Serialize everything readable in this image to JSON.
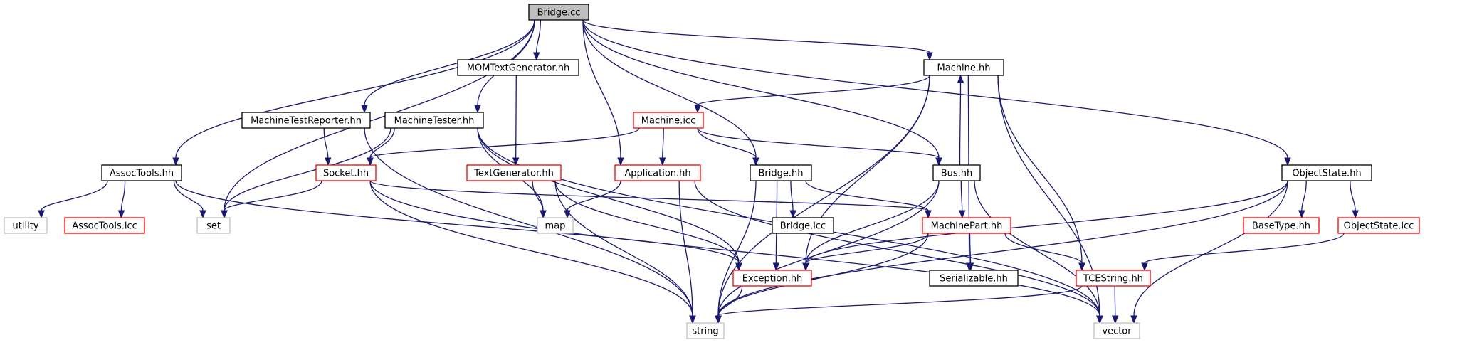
{
  "colors": {
    "edge": "#191970",
    "root_fill": "#bfbfbf",
    "root_border": "#000000",
    "node_fill": "#ffffff",
    "border_normal": "#000000",
    "border_red": "#ff0000",
    "border_gray": "#bfbfbf"
  },
  "nodes": [
    {
      "id": "bridge_cc",
      "label": "Bridge.cc",
      "style": "root"
    },
    {
      "id": "momtextgenerator_hh",
      "label": "MOMTextGenerator.hh",
      "style": "normal"
    },
    {
      "id": "machine_hh",
      "label": "Machine.hh",
      "style": "normal"
    },
    {
      "id": "machinetestreporter_hh",
      "label": "MachineTestReporter.hh",
      "style": "normal"
    },
    {
      "id": "machinetester_hh",
      "label": "MachineTester.hh",
      "style": "normal"
    },
    {
      "id": "machine_icc",
      "label": "Machine.icc",
      "style": "red"
    },
    {
      "id": "assoctools_hh",
      "label": "AssocTools.hh",
      "style": "normal"
    },
    {
      "id": "socket_hh",
      "label": "Socket.hh",
      "style": "red"
    },
    {
      "id": "textgenerator_hh",
      "label": "TextGenerator.hh",
      "style": "red"
    },
    {
      "id": "application_hh",
      "label": "Application.hh",
      "style": "red"
    },
    {
      "id": "bridge_hh",
      "label": "Bridge.hh",
      "style": "normal"
    },
    {
      "id": "bus_hh",
      "label": "Bus.hh",
      "style": "normal"
    },
    {
      "id": "objectstate_hh",
      "label": "ObjectState.hh",
      "style": "normal"
    },
    {
      "id": "utility",
      "label": "utility",
      "style": "gray"
    },
    {
      "id": "assoctools_icc",
      "label": "AssocTools.icc",
      "style": "red"
    },
    {
      "id": "set",
      "label": "set",
      "style": "gray"
    },
    {
      "id": "map",
      "label": "map",
      "style": "gray"
    },
    {
      "id": "bridge_icc",
      "label": "Bridge.icc",
      "style": "normal"
    },
    {
      "id": "machinepart_hh",
      "label": "MachinePart.hh",
      "style": "red"
    },
    {
      "id": "basetype_hh",
      "label": "BaseType.hh",
      "style": "red"
    },
    {
      "id": "objectstate_icc",
      "label": "ObjectState.icc",
      "style": "red"
    },
    {
      "id": "exception_hh",
      "label": "Exception.hh",
      "style": "red"
    },
    {
      "id": "serializable_hh",
      "label": "Serializable.hh",
      "style": "normal"
    },
    {
      "id": "tcestring_hh",
      "label": "TCEString.hh",
      "style": "red"
    },
    {
      "id": "string",
      "label": "string",
      "style": "gray"
    },
    {
      "id": "vector",
      "label": "vector",
      "style": "gray"
    }
  ],
  "edges": [
    [
      "bridge_cc",
      "assoctools_hh"
    ],
    [
      "bridge_cc",
      "set"
    ],
    [
      "bridge_cc",
      "machinetestreporter_hh"
    ],
    [
      "bridge_cc",
      "machinetester_hh"
    ],
    [
      "bridge_cc",
      "momtextgenerator_hh"
    ],
    [
      "bridge_cc",
      "application_hh"
    ],
    [
      "bridge_cc",
      "bridge_hh"
    ],
    [
      "bridge_cc",
      "bus_hh"
    ],
    [
      "bridge_cc",
      "machine_hh"
    ],
    [
      "bridge_cc",
      "objectstate_hh"
    ],
    [
      "momtextgenerator_hh",
      "textgenerator_hh"
    ],
    [
      "machine_hh",
      "machine_icc"
    ],
    [
      "machine_hh",
      "exception_hh"
    ],
    [
      "machine_hh",
      "string"
    ],
    [
      "machine_hh",
      "serializable_hh"
    ],
    [
      "machine_hh",
      "tcestring_hh"
    ],
    [
      "machine_hh",
      "vector"
    ],
    [
      "machinetestreporter_hh",
      "socket_hh"
    ],
    [
      "machinetestreporter_hh",
      "string"
    ],
    [
      "machinetester_hh",
      "socket_hh"
    ],
    [
      "machinetester_hh",
      "set"
    ],
    [
      "machinetester_hh",
      "map"
    ],
    [
      "machinetester_hh",
      "exception_hh"
    ],
    [
      "machinetester_hh",
      "vector"
    ],
    [
      "machine_icc",
      "socket_hh"
    ],
    [
      "machine_icc",
      "application_hh"
    ],
    [
      "machine_icc",
      "bridge_hh"
    ],
    [
      "machine_icc",
      "bus_hh"
    ],
    [
      "assoctools_hh",
      "utility"
    ],
    [
      "assoctools_hh",
      "assoctools_icc"
    ],
    [
      "assoctools_hh",
      "set"
    ],
    [
      "assoctools_hh",
      "exception_hh"
    ],
    [
      "socket_hh",
      "set"
    ],
    [
      "socket_hh",
      "machinepart_hh"
    ],
    [
      "socket_hh",
      "string"
    ],
    [
      "socket_hh",
      "vector"
    ],
    [
      "textgenerator_hh",
      "map"
    ],
    [
      "textgenerator_hh",
      "exception_hh"
    ],
    [
      "textgenerator_hh",
      "string"
    ],
    [
      "application_hh",
      "map"
    ],
    [
      "application_hh",
      "string"
    ],
    [
      "application_hh",
      "vector"
    ],
    [
      "bridge_hh",
      "bridge_icc"
    ],
    [
      "bridge_hh",
      "machinepart_hh"
    ],
    [
      "bridge_hh",
      "exception_hh"
    ],
    [
      "bridge_hh",
      "string"
    ],
    [
      "bus_hh",
      "machine_hh"
    ],
    [
      "bus_hh",
      "machinepart_hh"
    ],
    [
      "bus_hh",
      "exception_hh"
    ],
    [
      "bus_hh",
      "string"
    ],
    [
      "bus_hh",
      "vector"
    ],
    [
      "objectstate_hh",
      "exception_hh"
    ],
    [
      "objectstate_hh",
      "basetype_hh"
    ],
    [
      "objectstate_hh",
      "objectstate_icc"
    ],
    [
      "objectstate_hh",
      "string"
    ],
    [
      "objectstate_hh",
      "vector"
    ],
    [
      "objectstate_icc",
      "tcestring_hh"
    ],
    [
      "machinepart_hh",
      "exception_hh"
    ],
    [
      "machinepart_hh",
      "serializable_hh"
    ],
    [
      "machinepart_hh",
      "tcestring_hh"
    ],
    [
      "machinepart_hh",
      "string"
    ],
    [
      "exception_hh",
      "string"
    ],
    [
      "tcestring_hh",
      "string"
    ],
    [
      "tcestring_hh",
      "vector"
    ]
  ]
}
